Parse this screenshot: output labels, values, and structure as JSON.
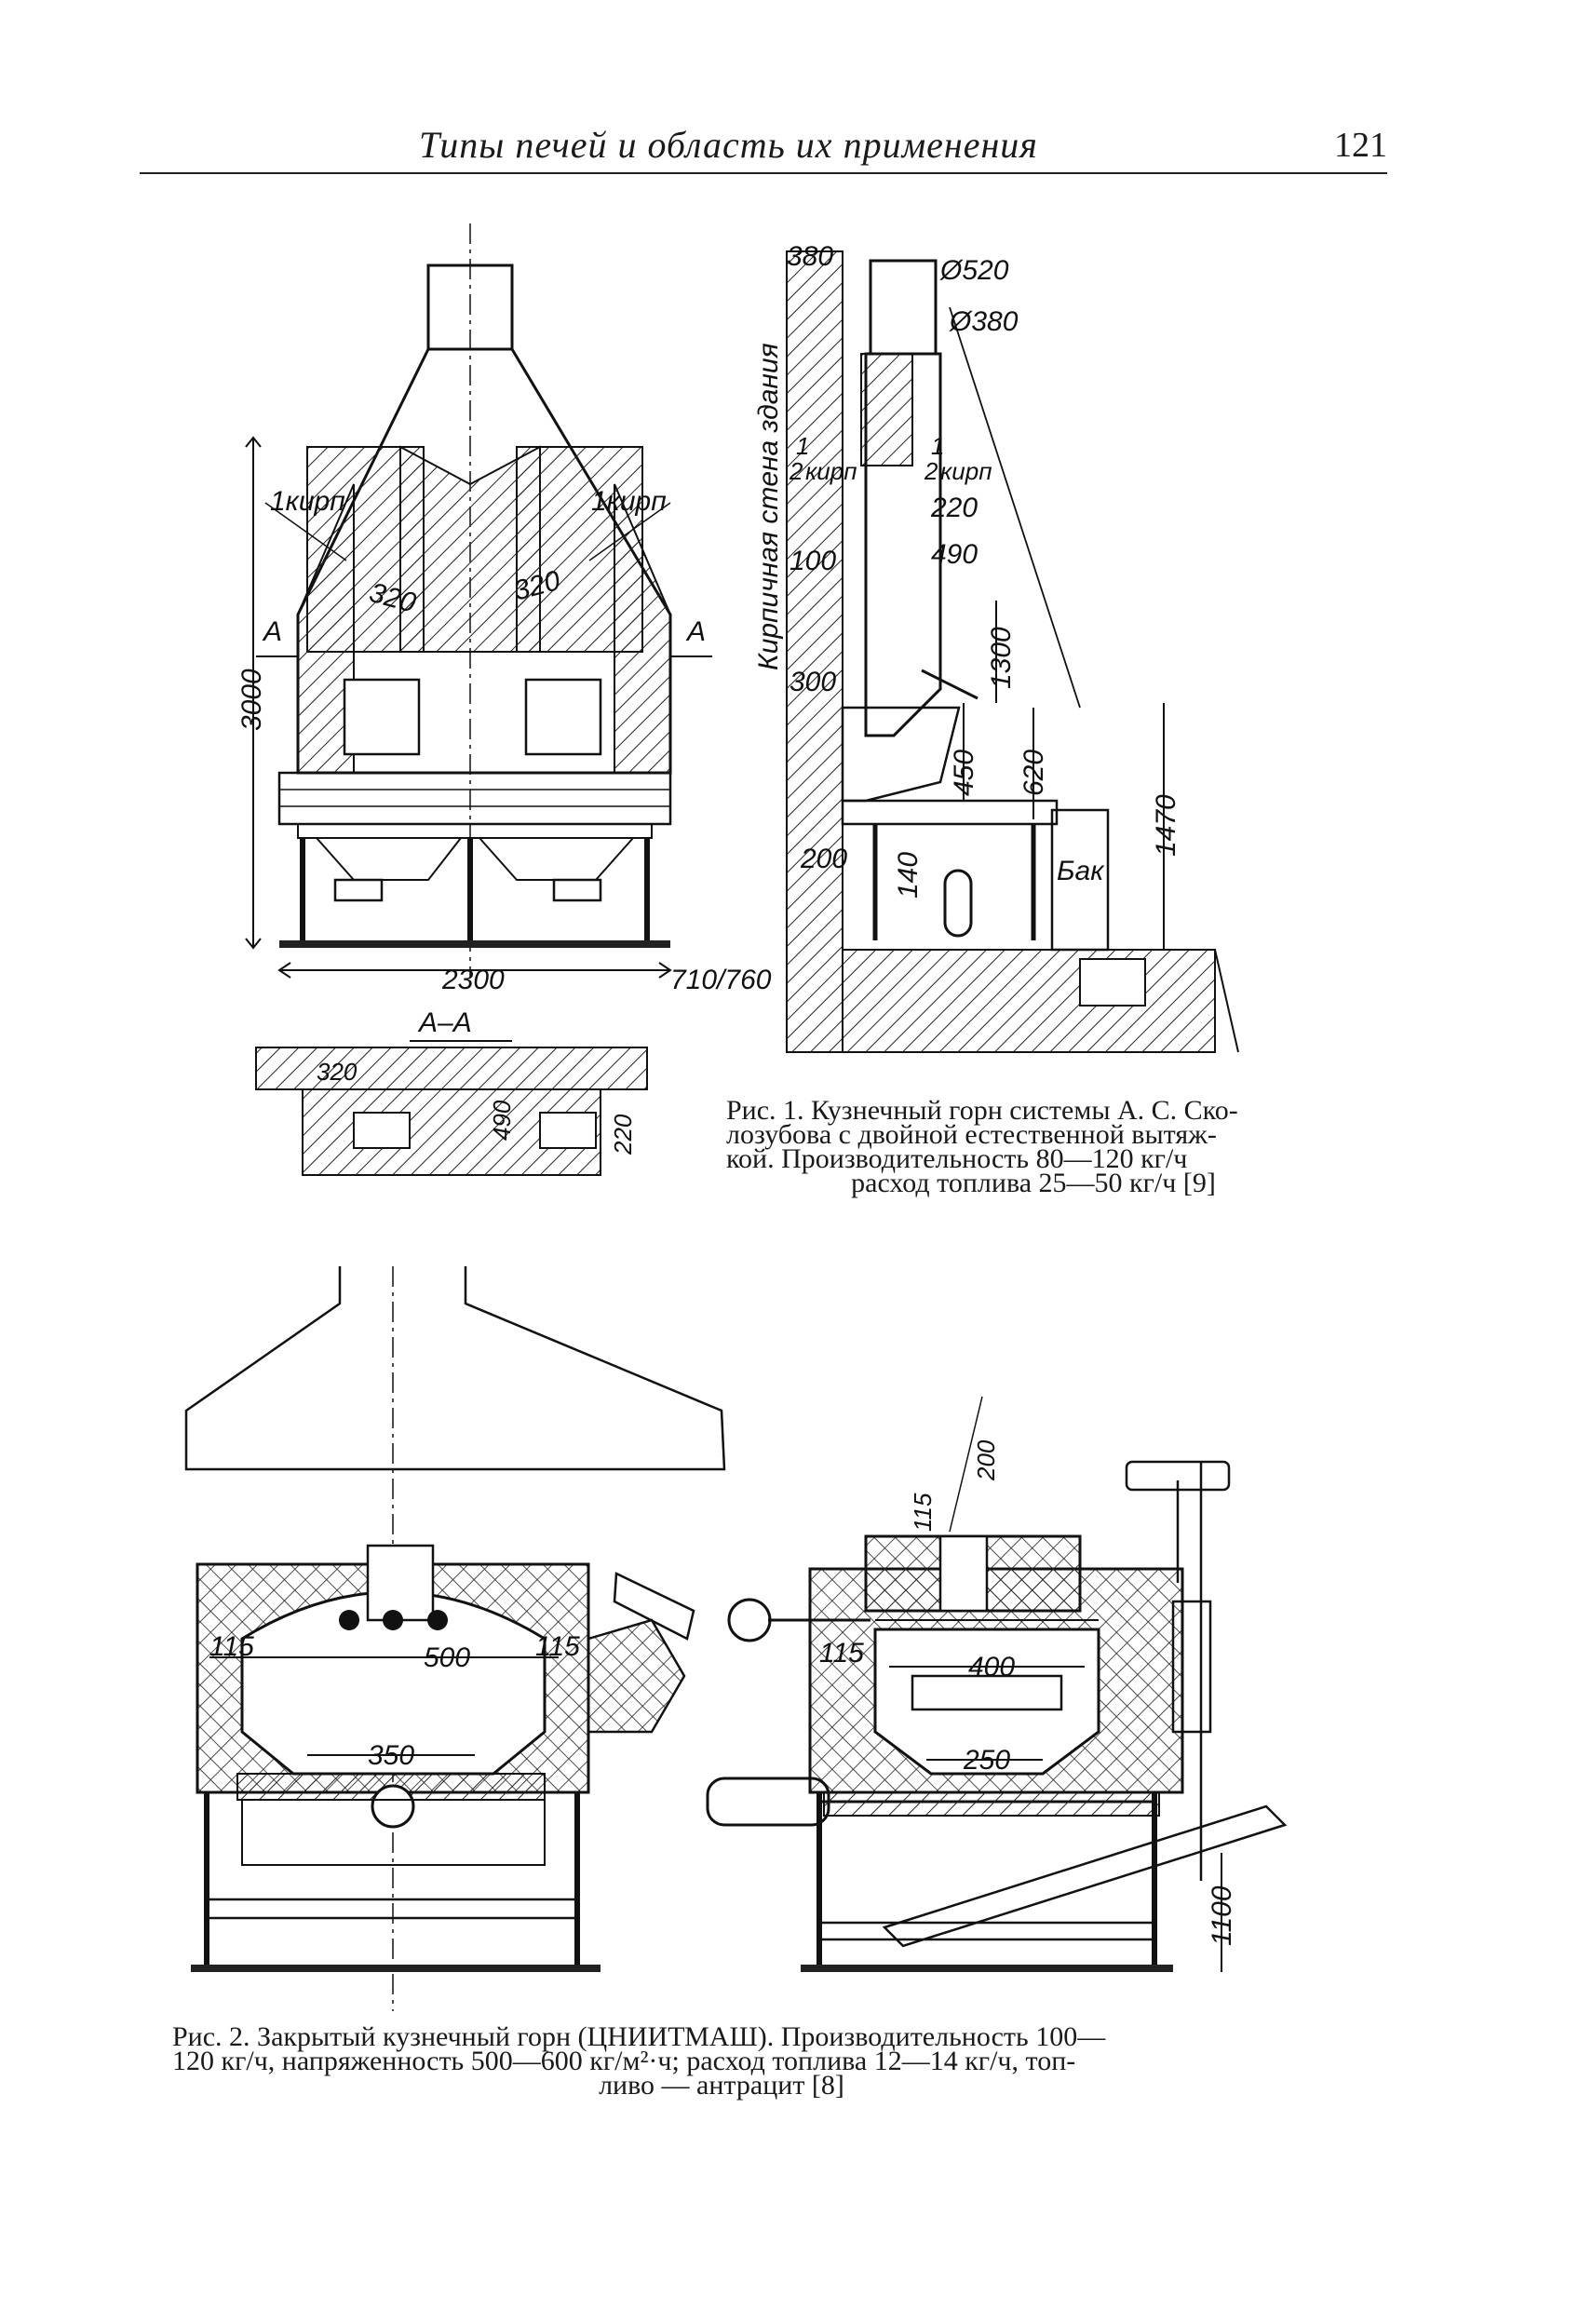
{
  "header": {
    "running_title": "Типы печей и область их применения",
    "page_number": "121"
  },
  "figure1": {
    "front_view": {
      "labels": {
        "kirp_left": "1кирп",
        "kirp_right": "1кирп",
        "dim_320_left": "320",
        "dim_320_right": "320",
        "height": "3000",
        "width": "2300",
        "section_mark_left": "А",
        "section_mark_right": "А",
        "offset": "710/760"
      }
    },
    "section": {
      "title": "А–А",
      "labels": {
        "dim_320": "320",
        "dim_490": "490",
        "dim_220": "220"
      }
    },
    "side_view": {
      "labels": {
        "d380_top": "380",
        "d520": "Ø520",
        "d380": "Ø380",
        "wall": "Кирпичная стена здания",
        "half_kirp_left": "кирп",
        "half_kirp_right": "кирп",
        "half_num": "1",
        "half_den": "2",
        "d220": "220",
        "d490": "490",
        "d100": "100",
        "d300": "300",
        "d1300": "1300",
        "d450": "450",
        "d620": "620",
        "d1470": "1470",
        "d200": "200",
        "d140": "140",
        "tank": "Бак"
      }
    },
    "caption": {
      "line1": "Рис. 1. Кузнечный горн системы А. С. Ско-",
      "line2": "лозубова с двойной естественной вытяж-",
      "line3": "кой.  Производительность  80—120  кг/ч",
      "line4": "расход топлива 25—50 кг/ч [9]"
    }
  },
  "figure2": {
    "front_view": {
      "labels": {
        "d115_left": "115",
        "d500": "500",
        "d115_right": "115",
        "d350": "350"
      }
    },
    "side_view": {
      "labels": {
        "d115_top": "115",
        "d200": "200",
        "d115_left": "115",
        "d400": "400",
        "d250": "250",
        "d1100": "1100"
      }
    },
    "caption": {
      "line1": "Рис. 2. Закрытый кузнечный горн (ЦНИИТМАШ). Производительность 100—",
      "line2": "120 кг/ч, напряженность 500—600 кг/м²·ч; расход топлива 12—14 кг/ч, топ-",
      "line3": "ливо — антрацит [8]"
    }
  }
}
